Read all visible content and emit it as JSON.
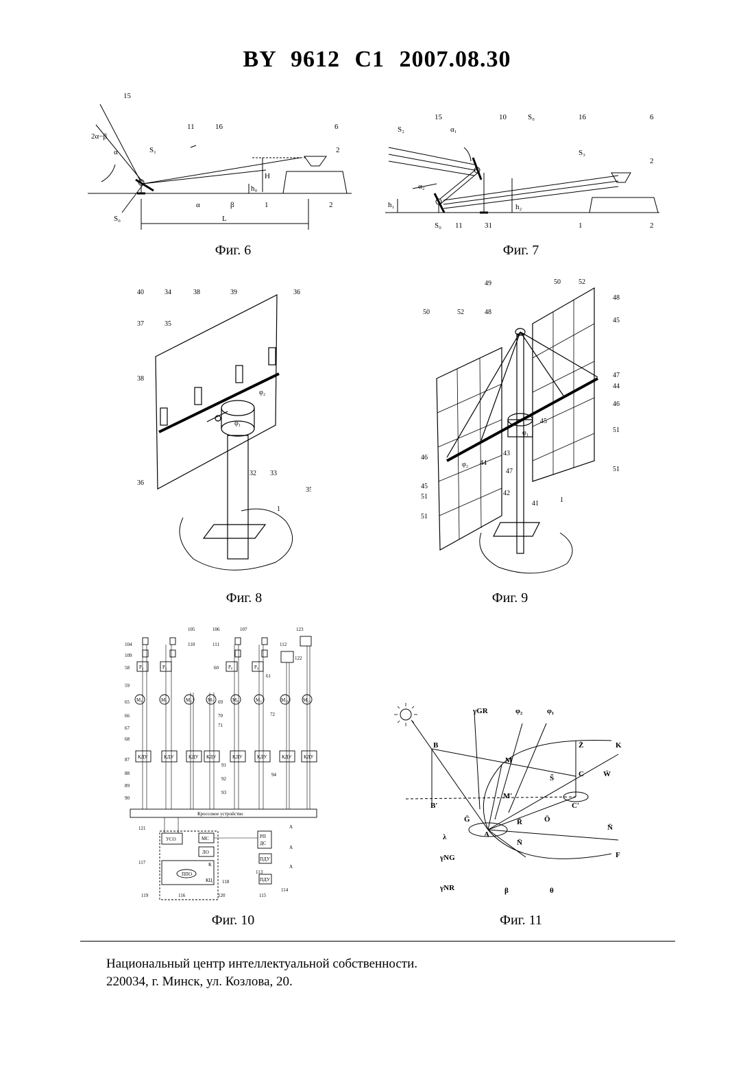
{
  "header": {
    "title": "BY  9612  C1  2007.08.30"
  },
  "figures": {
    "fig6": {
      "caption": "Фиг. 6",
      "labels": [
        "15",
        "2α−β",
        "α",
        "S₁",
        "11",
        "16",
        "6",
        "2",
        "H",
        "h₀",
        "α",
        "β",
        "1",
        "2",
        "S₀",
        "L"
      ]
    },
    "fig7": {
      "caption": "Фиг. 7",
      "labels": [
        "S₂",
        "15",
        "α₁",
        "10",
        "S₀",
        "16",
        "6",
        "S₃",
        "2",
        "α₂",
        "h₁",
        "h₂",
        "S₀",
        "11",
        "31",
        "1",
        "2"
      ]
    },
    "fig8": {
      "caption": "Фиг. 8",
      "labels": [
        "40",
        "34",
        "38",
        "39",
        "36",
        "37",
        "35",
        "38",
        "φ₂",
        "φ₁",
        "36",
        "32",
        "33",
        "35",
        "1"
      ]
    },
    "fig9": {
      "caption": "Фиг. 9",
      "labels": [
        "49",
        "50",
        "52",
        "48",
        "50",
        "52",
        "48",
        "45",
        "47",
        "44",
        "46",
        "45",
        "51",
        "51",
        "46",
        "45",
        "51",
        "51",
        "φ₂",
        "44",
        "47",
        "43",
        "42",
        "41",
        "1",
        "φ₁"
      ]
    },
    "fig10": {
      "caption": "Фиг. 10",
      "labels": [
        "105",
        "106",
        "107",
        "123",
        "104",
        "110",
        "111",
        "112",
        "109",
        "122",
        "58",
        "60",
        "61",
        "59",
        "65",
        "69",
        "70",
        "71",
        "72",
        "66",
        "67",
        "68",
        "87",
        "88",
        "89",
        "90",
        "91",
        "92",
        "93",
        "94",
        "121",
        "117",
        "118",
        "119",
        "120",
        "116",
        "113",
        "114",
        "115",
        "A",
        "A",
        "A"
      ],
      "blocks": {
        "p": [
          "P₄",
          "P₅",
          "P₈",
          "P₉"
        ],
        "m": [
          "M₄",
          "M₅",
          "M₆",
          "M₇",
          "M₈",
          "M₉",
          "M₁₀",
          "M₁₁"
        ],
        "kdu": "КДУ",
        "cross": "Кроссовое устройство",
        "uso": "УСО",
        "ms": "МС",
        "lo": "ЛО",
        "k": "К",
        "ppo": "ППО",
        "kc": "КЦ",
        "rp": "РП",
        "ds": "ДС",
        "pdu": "ПДУ"
      }
    },
    "fig11": {
      "caption": "Фиг. 11",
      "labels": [
        "γGR",
        "φ₂",
        "φ₁",
        "B",
        "M",
        "Z̄",
        "K",
        "C",
        "S̄",
        "W̄",
        "M′",
        "B′",
        "Ḡ",
        "C′",
        "Ō",
        "N̄",
        "R̄",
        "λ",
        "A",
        "N̄",
        "F",
        "γNG",
        "γNR",
        "β",
        "θ"
      ]
    }
  },
  "footer": {
    "line1": "Национальный центр интеллектуальной собственности.",
    "line2": "220034, г. Минск, ул. Козлова, 20."
  }
}
